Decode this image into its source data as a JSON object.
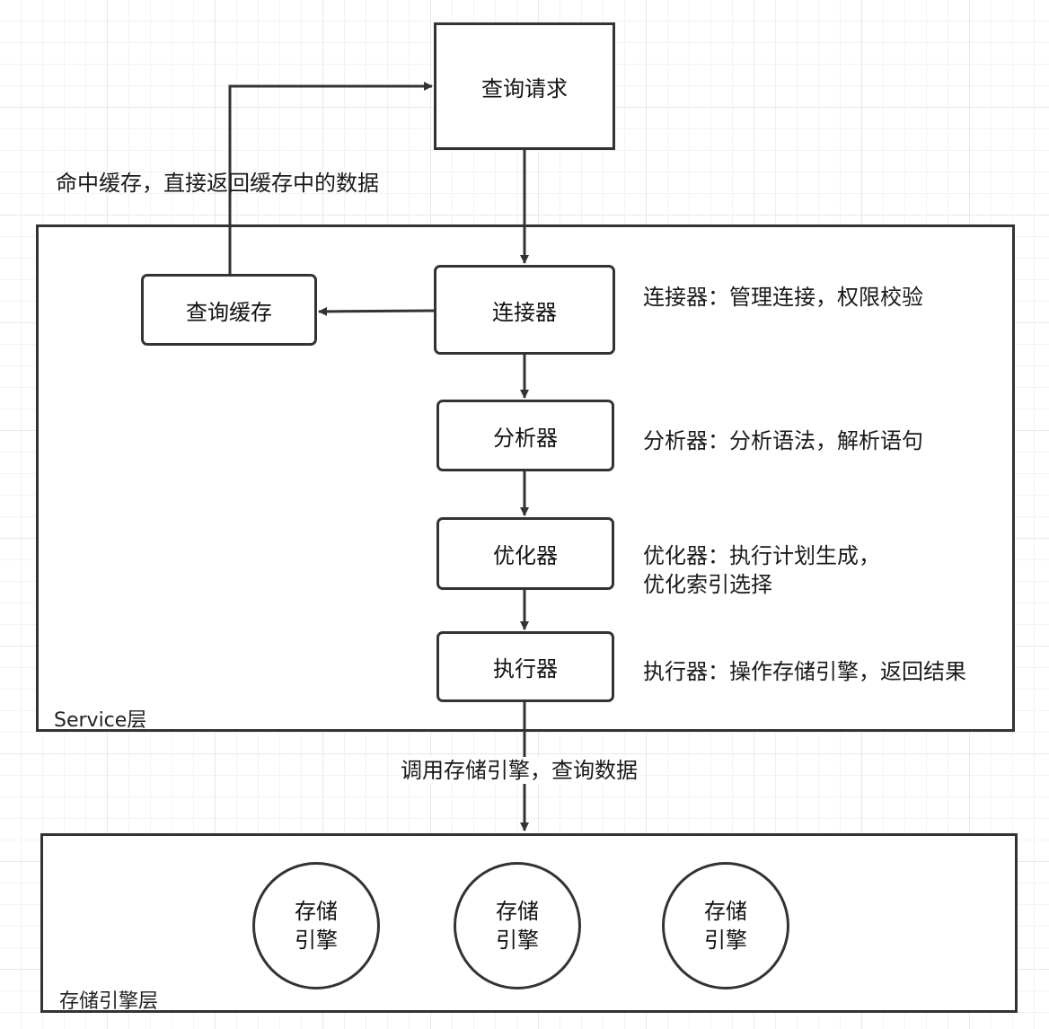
{
  "nodes": {
    "query_request": "查询请求",
    "query_cache": "查询缓存",
    "connector": "连接器",
    "analyzer": "分析器",
    "optimizer": "优化器",
    "executor": "执行器",
    "engine_1": {
      "line1": "存储",
      "line2": "引擎"
    },
    "engine_2": {
      "line1": "存储",
      "line2": "引擎"
    },
    "engine_3": {
      "line1": "存储",
      "line2": "引擎"
    }
  },
  "regions": {
    "service": "Service层",
    "storage": "存储引擎层"
  },
  "notes": {
    "connector": "连接器：管理连接，权限校验",
    "analyzer": "分析器：分析语法，解析语句",
    "optimizer_line1": "优化器：执行计划生成，",
    "optimizer_line2": "优化索引选择",
    "executor": "执行器：操作存储引擎，返回结果"
  },
  "edges": {
    "cache_hit": "命中缓存，直接返回缓存中的数据",
    "call_engine": "调用存储引擎，查询数据"
  },
  "colors": {
    "stroke": "#333333",
    "background": "#ffffff",
    "grid": "#e8e8e8"
  }
}
